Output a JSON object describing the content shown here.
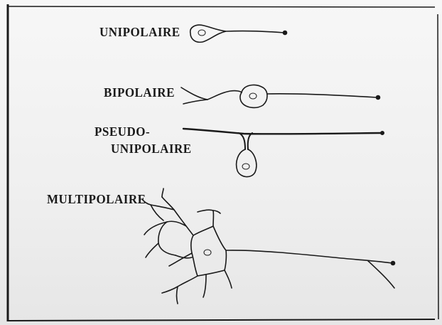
{
  "labels": {
    "unipolaire": "UNIPOLAIRE",
    "bipolaire": "BIPOLAIRE",
    "pseudo_line1": "PSEUDO-",
    "pseudo_line2": "UNIPOLAIRE",
    "multipolaire": "MULTIPOLAIRE"
  },
  "colors": {
    "ink": "#1a1a1a",
    "paper": "#f3f3f3"
  }
}
